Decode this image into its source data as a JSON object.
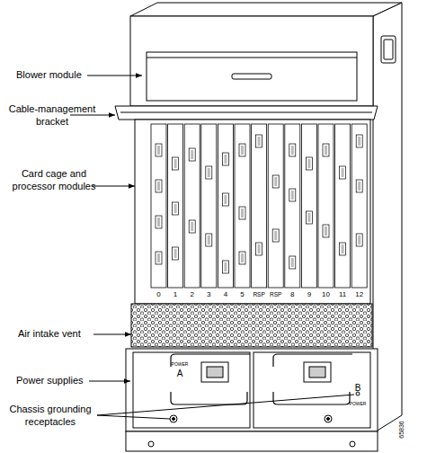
{
  "diagram": {
    "labels": [
      "Blower module",
      "Cable-management bracket",
      "Card cage and processor modules",
      "Air intake vent",
      "Power supplies",
      "Chassis grounding receptacles",
      "0",
      "1",
      "2",
      "3",
      "4",
      "5",
      "RSP",
      "RSP",
      "8",
      "9",
      "10",
      "11",
      "12",
      "POWER",
      "A",
      "POWER",
      "B",
      "65836"
    ]
  }
}
